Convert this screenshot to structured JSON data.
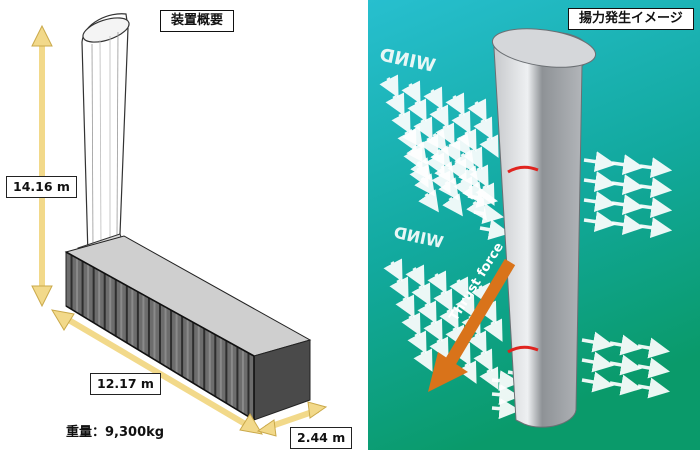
{
  "left_panel": {
    "title": "装置概要",
    "height_label": "14.16 m",
    "length_label": "12.17 m",
    "width_label": "2.44 m",
    "weight_label": "重量：9,300kg"
  },
  "right_panel": {
    "title": "揚力発生イメージ",
    "wind_label_top": "WIND",
    "wind_label_bottom": "WIND",
    "thrust_label": "Thrust force"
  },
  "colors": {
    "dimension_line": "#f2d98a",
    "dimension_line_dark": "#caa94a",
    "background_gradient_start": "#1fb5c2",
    "background_gradient_end": "#0b9a70",
    "thrust_arrow": "#d9731a",
    "band": "#e0241f"
  },
  "icons": [
    "wind-arrow-icon",
    "thrust-arrow-icon"
  ]
}
